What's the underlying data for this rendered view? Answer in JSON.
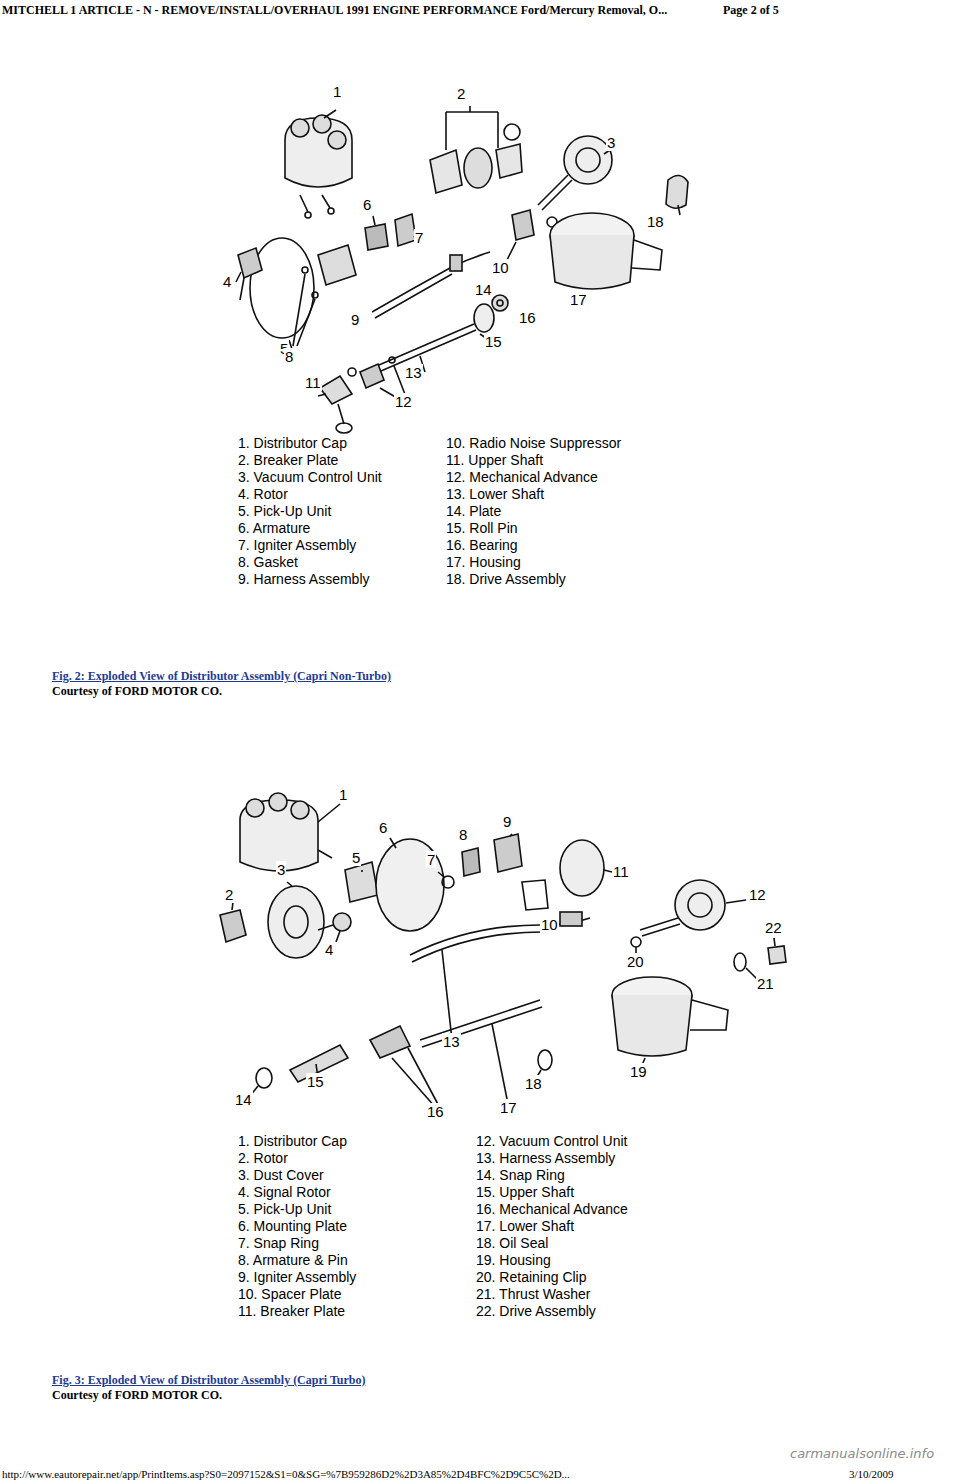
{
  "diagram": {
    "labels": [
      "MITCHELL 1 ARTICLE - N - REMOVE/INSTALL/OVERHAUL 1991 ENGINE PERFORMANCE Ford/Mercury Removal, O...",
      "Page 2 of 5",
      "1",
      "2",
      "3",
      "4",
      "5",
      "6",
      "7",
      "8",
      "9",
      "10",
      "11",
      "12",
      "13",
      "14",
      "15",
      "16",
      "17",
      "18",
      "1. Distributor Cap",
      "2. Breaker Plate",
      "3. Vacuum Control Unit",
      "4. Rotor",
      "5. Pick-Up Unit",
      "6. Armature",
      "7. Igniter Assembly",
      "8. Gasket",
      "9. Harness Assembly",
      "10. Radio Noise Suppressor",
      "11. Upper Shaft",
      "12. Mechanical Advance",
      "13. Lower Shaft",
      "14. Plate",
      "15. Roll Pin",
      "16. Bearing",
      "17. Housing",
      "18. Drive Assembly",
      "Fig. 2: Exploded View of Distributor Assembly (Capri Non-Turbo)",
      "Courtesy of FORD MOTOR CO.",
      "1",
      "2",
      "3",
      "4",
      "5",
      "6",
      "7",
      "8",
      "9",
      "10",
      "11",
      "12",
      "13",
      "14",
      "15",
      "16",
      "17",
      "18",
      "19",
      "20",
      "21",
      "22",
      "1. Distributor Cap",
      "2. Rotor",
      "3. Dust Cover",
      "4. Signal Rotor",
      "5. Pick-Up Unit",
      "6. Mounting Plate",
      "7. Snap Ring",
      "8. Armature & Pin",
      "9. Igniter Assembly",
      "10. Spacer Plate",
      "11. Breaker Plate",
      "12. Vacuum Control Unit",
      "13. Harness Assembly",
      "14. Snap Ring",
      "15. Upper Shaft",
      "16. Mechanical Advance",
      "17. Lower Shaft",
      "18. Oil Seal",
      "19. Housing",
      "20. Retaining Clip",
      "21. Thrust Washer",
      "22. Drive Assembly",
      "Fig. 3: Exploded View of Distributor Assembly (Capri Turbo)",
      "Courtesy of FORD MOTOR CO.",
      "http://www.eautorepair.net/app/PrintItems.asp?S0=2097152&S1=0&SG=%7B959286D2%2D3A85%2D4BFC%2D9C5C%2D...",
      "3/10/2009",
      "carmanualsonline.info"
    ]
  }
}
